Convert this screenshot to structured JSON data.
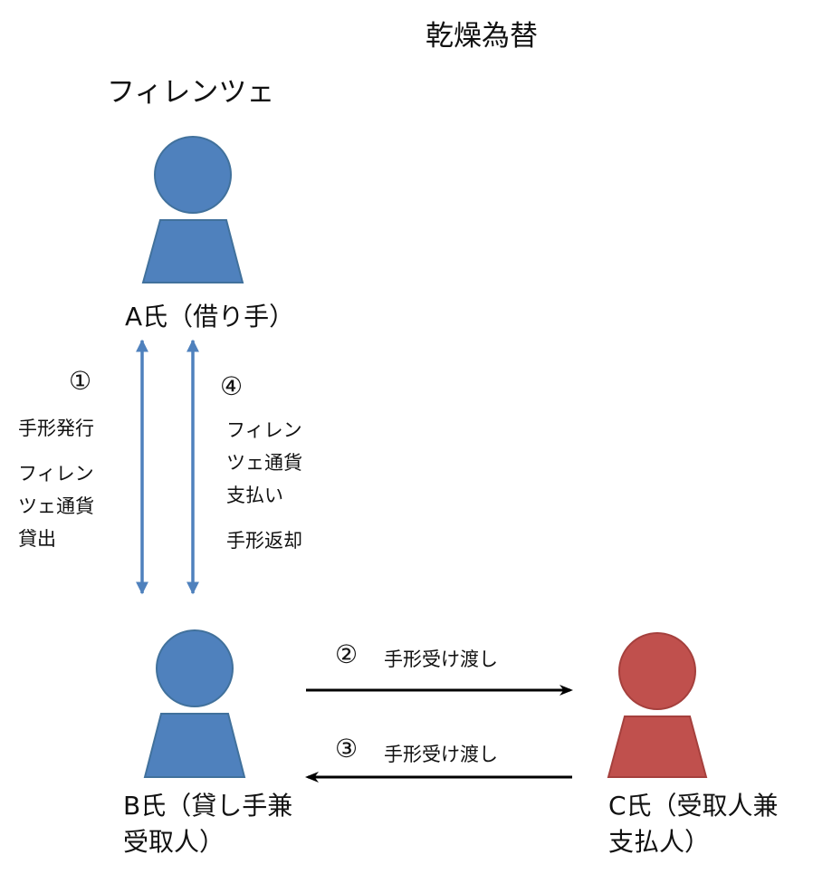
{
  "title": "乾燥為替",
  "location": "フィレンツェ",
  "colors": {
    "person_blue": "#4f81bd",
    "person_red": "#c0504d",
    "arrow_blue": "#4f81bd",
    "arrow_black": "#000000"
  },
  "persons": {
    "a": {
      "label": "A氏（借り手）"
    },
    "b": {
      "label_line1": "B氏（貸し手兼",
      "label_line2": "受取人）"
    },
    "c": {
      "label_line1": "C氏（受取人兼",
      "label_line2": "支払人）"
    }
  },
  "steps": {
    "s1": {
      "num": "①",
      "lines": [
        "手形発行",
        "フィレン",
        "ツェ通貨",
        "貸出"
      ]
    },
    "s2": {
      "num": "②",
      "text": "手形受け渡し"
    },
    "s3": {
      "num": "③",
      "text": "手形受け渡し"
    },
    "s4": {
      "num": "④",
      "lines": [
        "フィレン",
        "ツェ通貨",
        "支払い",
        "手形返却"
      ]
    }
  }
}
